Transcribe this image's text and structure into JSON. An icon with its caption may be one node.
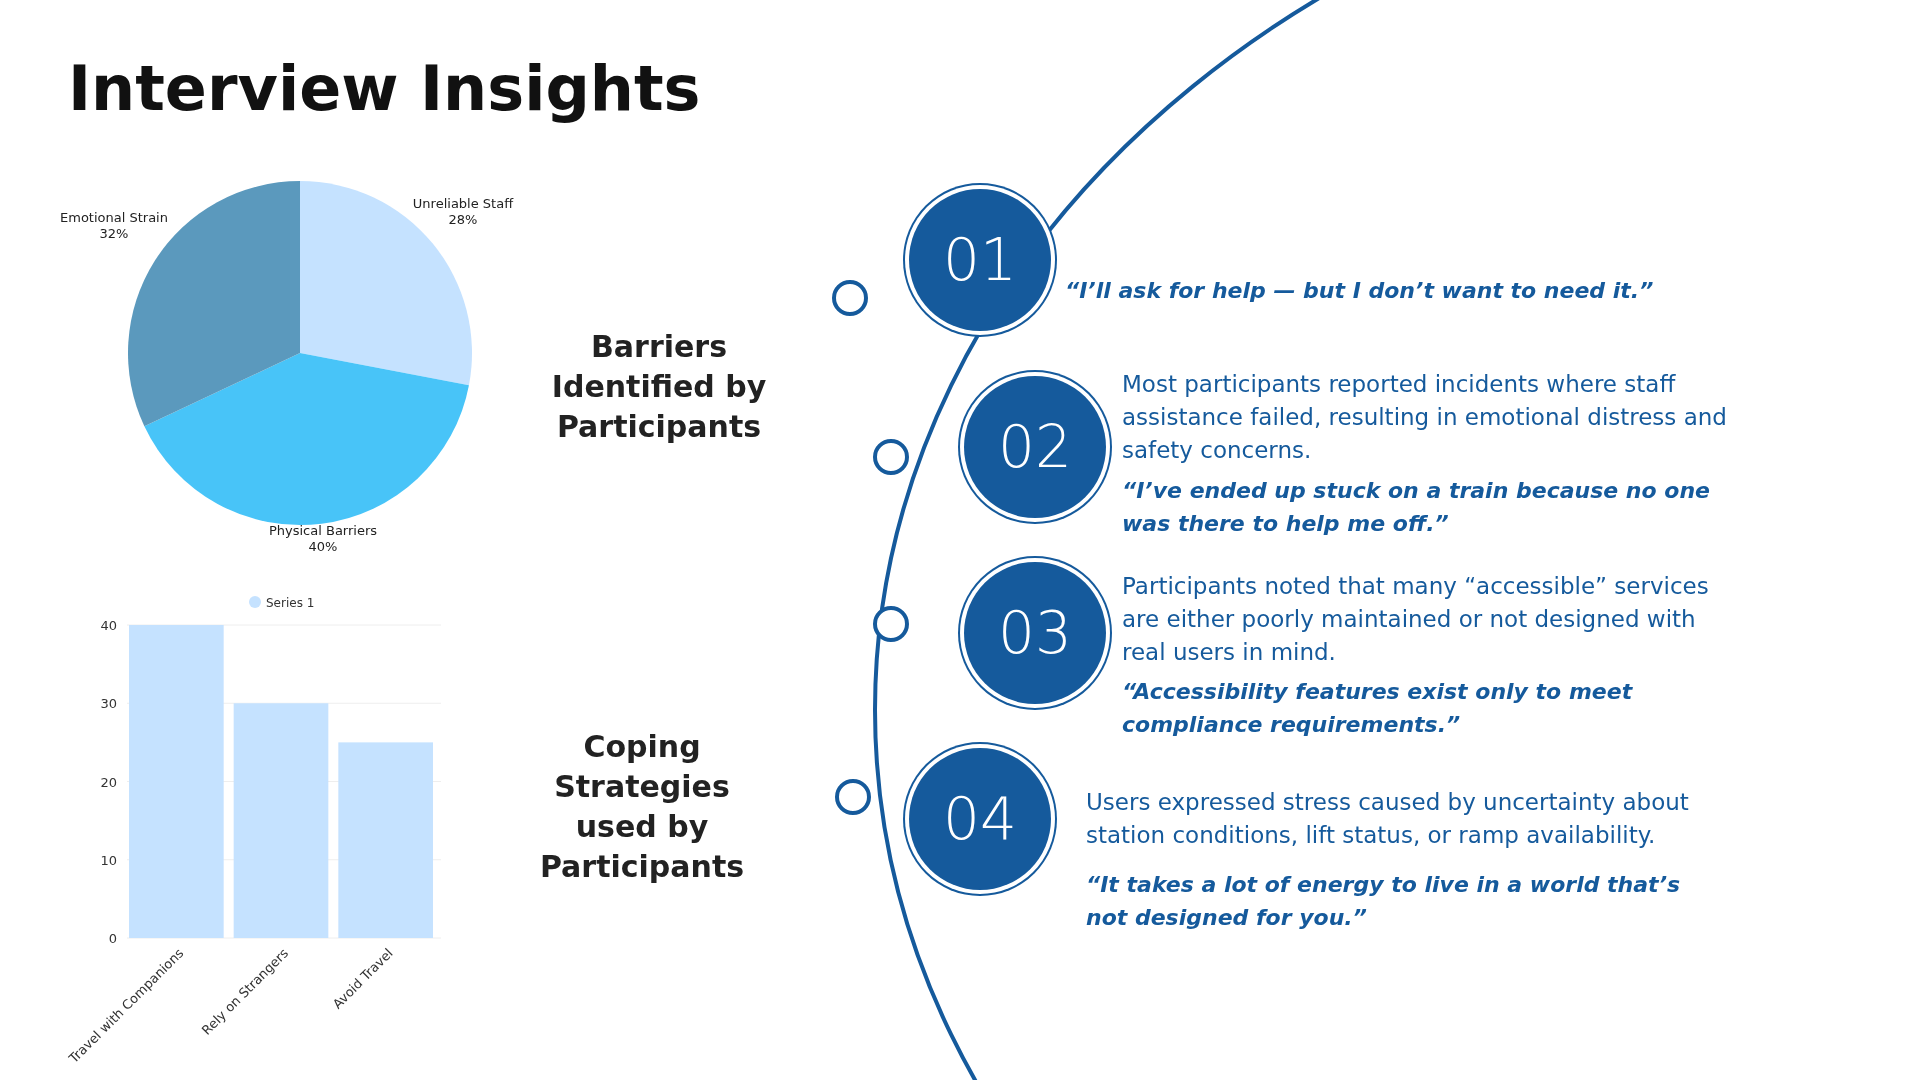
{
  "diagram": {
    "title": "Interview Insights",
    "nodes": [
      {
        "text": [
          "01"
        ],
        "beside": [
          "“I’ll ask for help — but I don’t want to need it.”"
        ]
      },
      {
        "text": [],
        "shape": "circle"
      },
      {
        "text": [
          "02"
        ],
        "beside": [
          "Most participants reported incidents where staff assistance failed, resulting in emotional distress and safety concerns.",
          "“I’ve ended up stuck on a train because no one was there to help me off.”"
        ]
      },
      {
        "text": [],
        "shape": "circle"
      },
      {
        "text": [
          "03"
        ],
        "beside": [
          "Participants noted that many “accessible” services are either poorly maintained or not designed with real users in mind.",
          "“Accessibility features exist only to meet compliance requirements.”"
        ]
      },
      {
        "text": [],
        "shape": "circle"
      },
      {
        "text": [
          "04"
        ],
        "beside": [
          "Users expressed stress caused by uncertainty about station conditions, lift status, or ramp availability.",
          "“It takes a lot of energy to live in a world that’s not designed for you.”"
        ]
      },
      {
        "text": [],
        "shape": "circle"
      }
    ],
    "labels": [
      "Barriers Identified by Participants",
      "Coping Strategies used by Participants"
    ],
    "chart_data": [
      {
        "type": "pie",
        "categories": [
          "Unreliable Staff",
          "Physical Barriers",
          "Emotional Strain"
        ],
        "values": [
          28,
          40,
          32
        ],
        "colors": [
          "#c5e2ff",
          "#48c4f8",
          "#5b99bd"
        ],
        "value_labels": [
          "28%",
          "40%",
          "32%"
        ]
      },
      {
        "type": "bar",
        "categories": [
          "Travel with Companions",
          "Rely on Strangers",
          "Avoid Travel"
        ],
        "series": [
          {
            "name": "Series 1",
            "color": "#c5e2ff",
            "values": [
              40,
              30,
              25
            ]
          }
        ],
        "ylim": [
          0,
          40
        ],
        "grid": true,
        "yticks": [
          0,
          10,
          20,
          30,
          40
        ]
      }
    ]
  }
}
